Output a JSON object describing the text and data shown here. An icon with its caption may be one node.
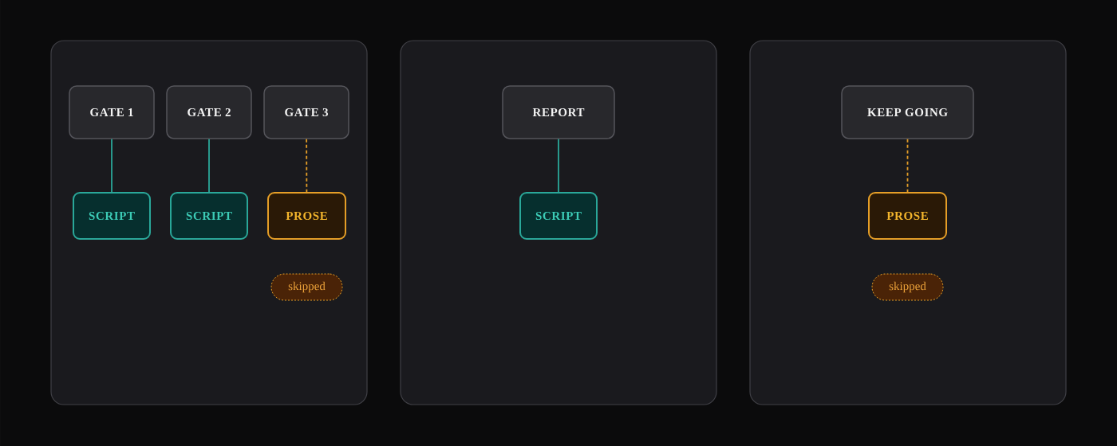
{
  "diagram": {
    "nodes": [
      {
        "text": [],
        "shape": "box"
      },
      {
        "text": [
          "GATE 1"
        ],
        "in": 0
      },
      {
        "text": [
          "GATE 2"
        ],
        "in": 0
      },
      {
        "text": [
          "GATE 3"
        ],
        "in": 0
      },
      {
        "text": [
          "SCRIPT"
        ],
        "in": 0
      },
      {
        "text": [
          "SCRIPT"
        ],
        "in": 0
      },
      {
        "text": [
          "PROSE"
        ],
        "in": 0
      },
      {
        "text": [
          "skipped"
        ],
        "in": 0
      },
      {
        "text": [],
        "shape": "box"
      },
      {
        "text": [
          "REPORT"
        ],
        "in": 8
      },
      {
        "text": [
          "SCRIPT"
        ],
        "in": 8
      },
      {
        "text": [],
        "shape": "box"
      },
      {
        "text": [
          "KEEP GOING"
        ],
        "in": 11
      },
      {
        "text": [
          "PROSE"
        ],
        "in": 11
      },
      {
        "text": [
          "skipped"
        ],
        "in": 11
      }
    ],
    "edges": [
      {
        "from": 1,
        "to": 4,
        "arrow": "none"
      },
      {
        "from": 2,
        "to": 5,
        "arrow": "none"
      },
      {
        "from": 3,
        "to": 6,
        "arrow": "none",
        "style": "dashed",
        "color": "#e59e27"
      },
      {
        "from": 9,
        "to": 10,
        "arrow": "none"
      },
      {
        "from": 12,
        "to": 13,
        "arrow": "none",
        "style": "dashed",
        "color": "#e59e27"
      }
    ]
  }
}
